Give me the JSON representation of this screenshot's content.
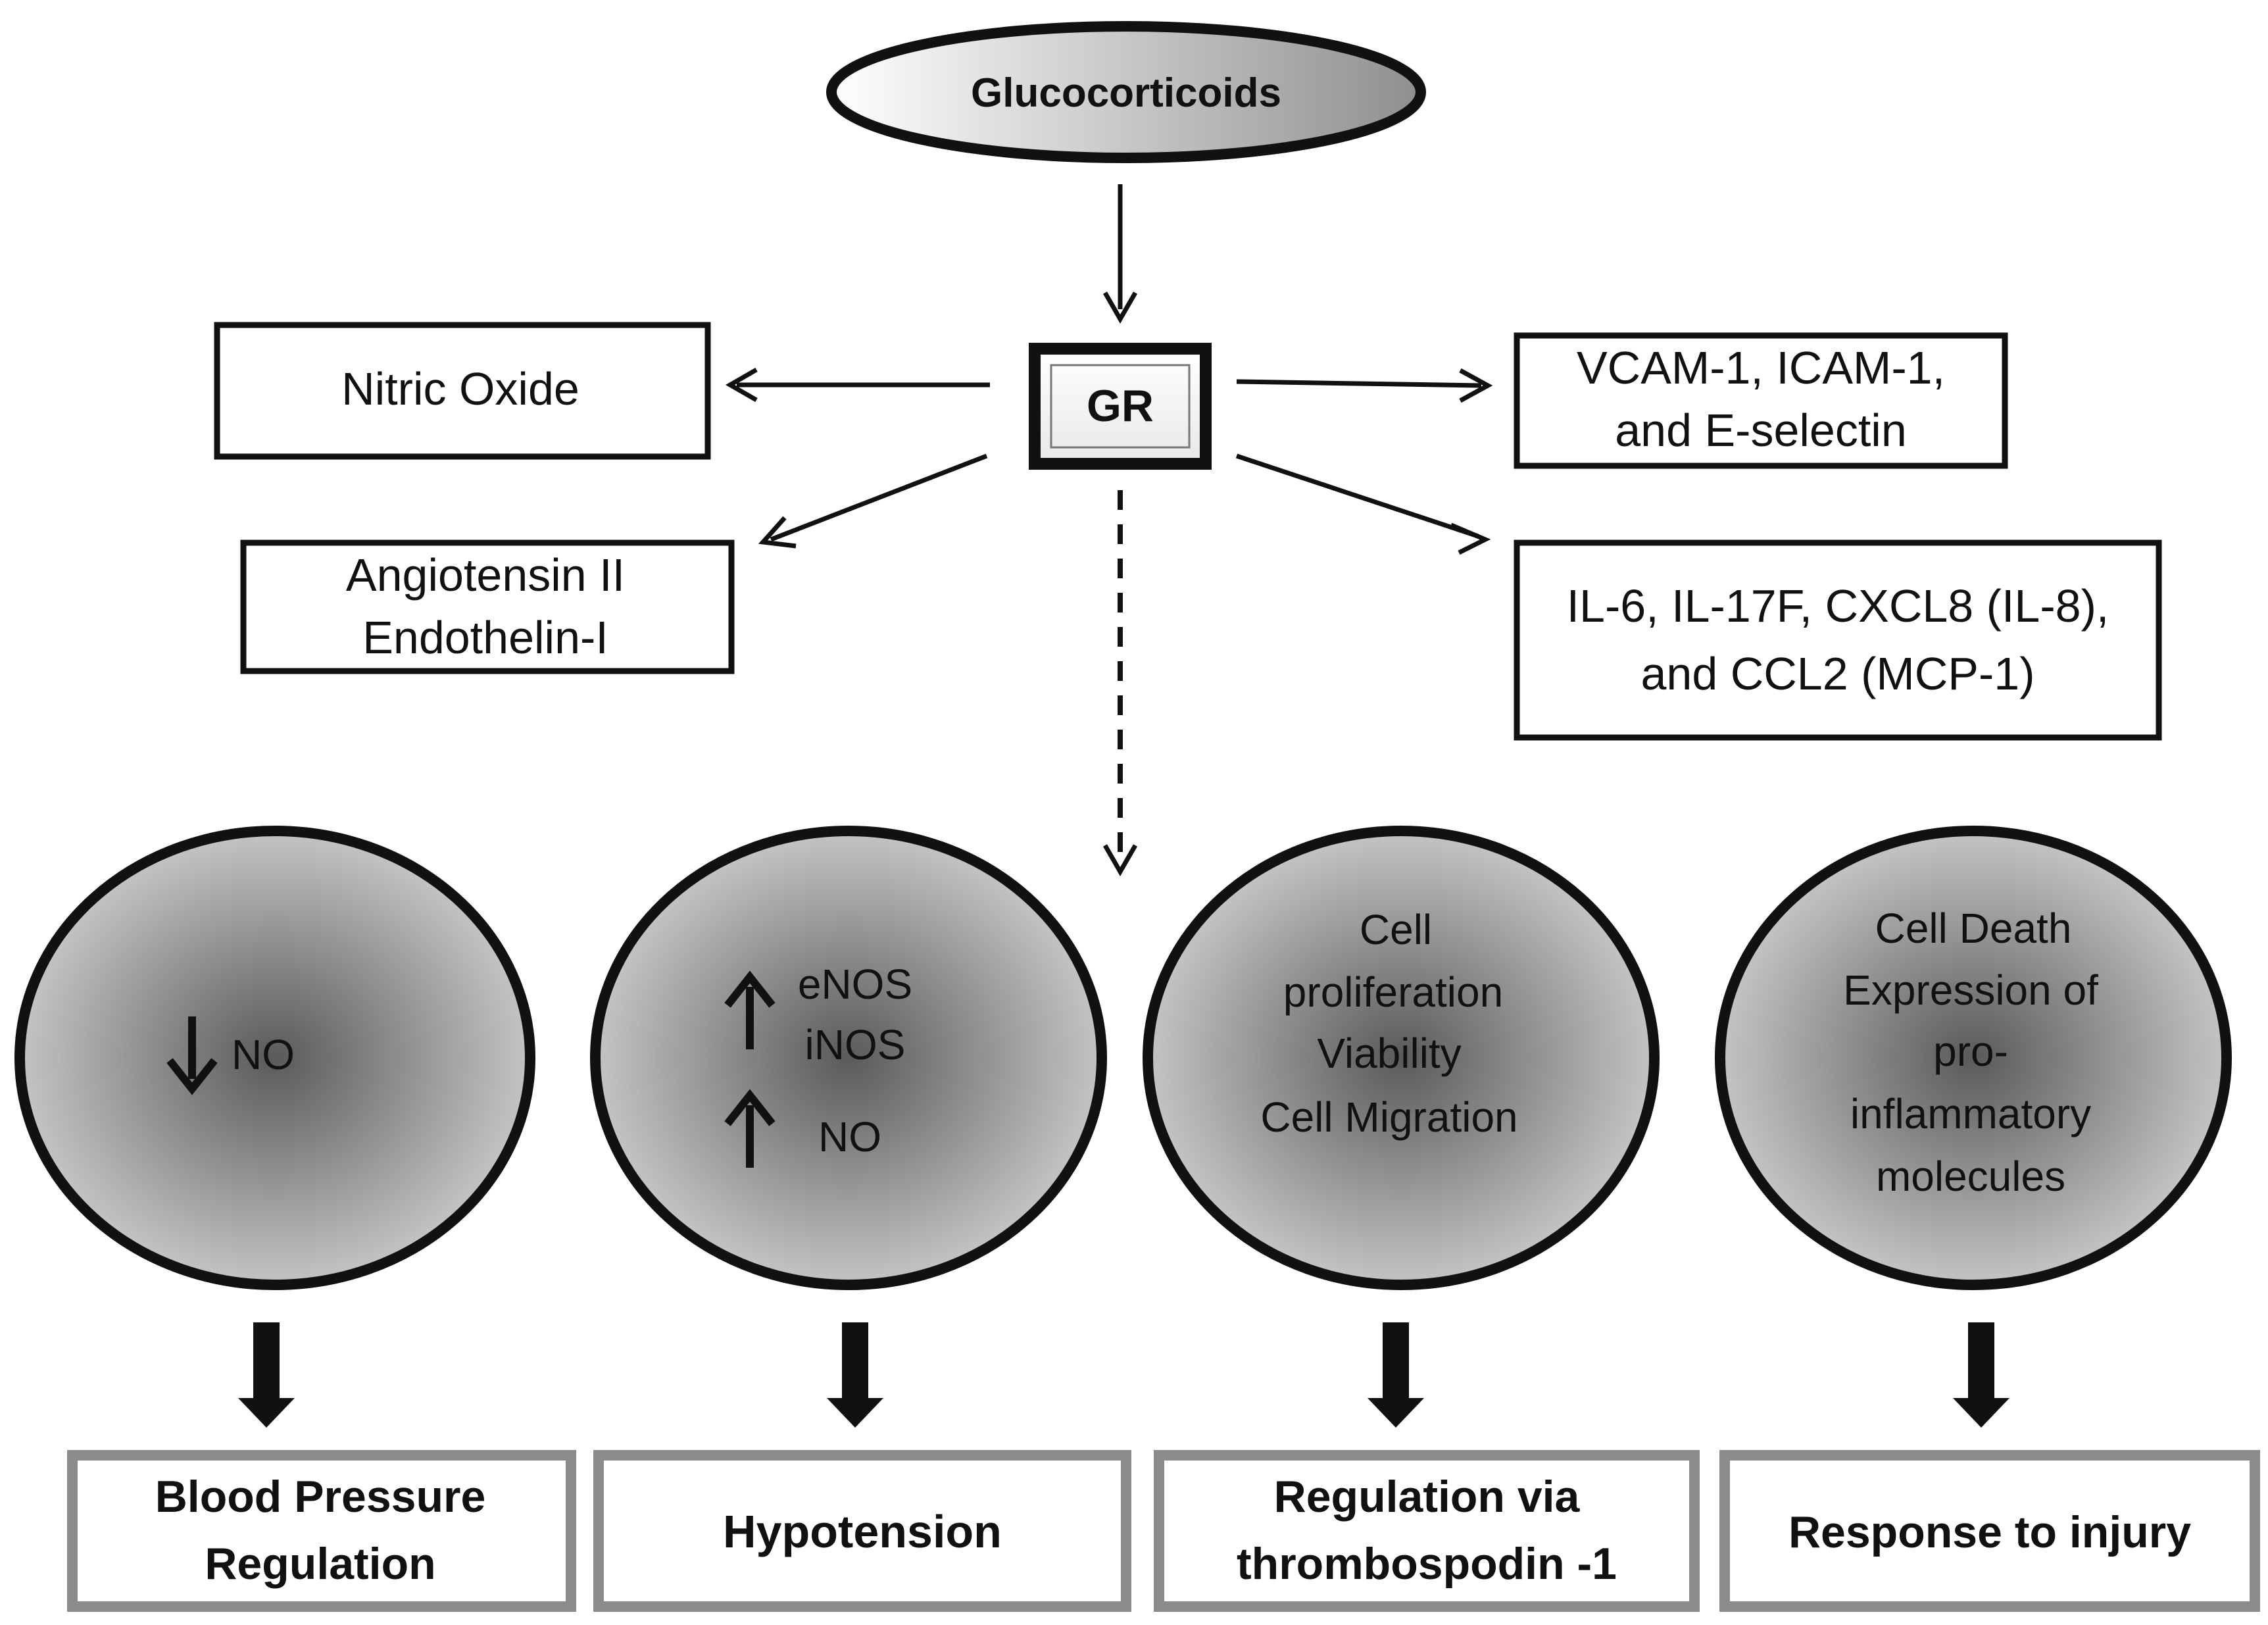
{
  "top_node": {
    "label": "Glucocorticoids"
  },
  "receptor": {
    "label": "GR"
  },
  "side_boxes": {
    "nitric_oxide": {
      "lines": [
        "Nitric Oxide"
      ]
    },
    "angiotensin": {
      "lines": [
        "Angiotensin  II",
        "Endothelin-I"
      ]
    },
    "adhesion": {
      "lines": [
        "VCAM-1, ICAM-1,",
        "and E-selectin"
      ]
    },
    "cytokines": {
      "lines": [
        "IL-6, IL-17F, CXCL8 (IL-8),",
        "and CCL2 (MCP-1)"
      ]
    }
  },
  "cells": [
    {
      "items": [
        {
          "arrow": "down",
          "text": "NO"
        }
      ]
    },
    {
      "items": [
        {
          "arrow": "up",
          "lines": [
            "eNOS",
            "iNOS"
          ]
        },
        {
          "arrow": "up",
          "text": "NO"
        }
      ]
    },
    {
      "lines": [
        "Cell",
        "proliferation",
        "Viability",
        "Cell Migration"
      ]
    },
    {
      "lines": [
        "Cell Death",
        "Expression of",
        "pro-",
        "inflammatory",
        "molecules"
      ]
    }
  ],
  "outcomes": [
    {
      "lines": [
        "Blood Pressure",
        "Regulation"
      ]
    },
    {
      "lines": [
        "Hypotension"
      ]
    },
    {
      "lines": [
        "Regulation via",
        "thrombospodin -1"
      ]
    },
    {
      "lines": [
        "Response to injury"
      ]
    }
  ],
  "colors": {
    "stroke": "#111111",
    "outcome_border": "#8c8c8c",
    "cell_center": "#5a5a5a",
    "cell_edge": "#c4c4c4"
  }
}
